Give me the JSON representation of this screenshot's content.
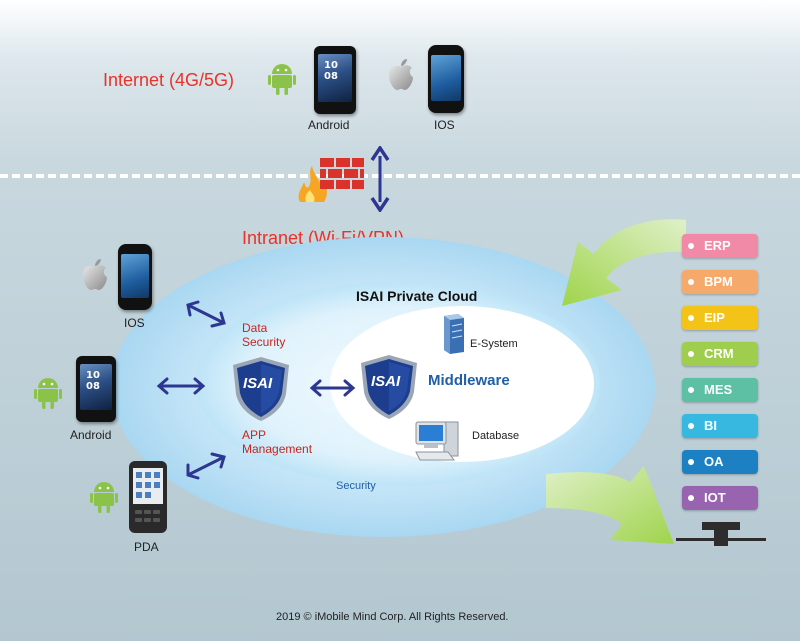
{
  "zones": {
    "internet_label": "Internet (4G/5G)",
    "intranet_label": "Intranet (Wi-Fi/VPN)"
  },
  "top_devices": {
    "android_label": "Android",
    "ios_label": "IOS"
  },
  "left_devices": {
    "ios_label": "IOS",
    "android_label": "Android",
    "pda_label": "PDA"
  },
  "cloud": {
    "title": "ISAI Private Cloud",
    "security": "Security",
    "data_security": "Data\nSecurity",
    "app_management": "APP\nManagement",
    "middleware": "Middleware",
    "e_system": "E-System",
    "database": "Database",
    "shield_text": "ISAI"
  },
  "systems": [
    {
      "label": "ERP",
      "color": "#f08aa6"
    },
    {
      "label": "BPM",
      "color": "#f5a96a"
    },
    {
      "label": "EIP",
      "color": "#f3c318"
    },
    {
      "label": "CRM",
      "color": "#9fcd4e"
    },
    {
      "label": "MES",
      "color": "#5dc0a4"
    },
    {
      "label": "BI",
      "color": "#36b8e0"
    },
    {
      "label": "OA",
      "color": "#1c80c2"
    },
    {
      "label": "IOT",
      "color": "#9864b0"
    }
  ],
  "colors": {
    "zone_label_red": "#e8322a",
    "arrow_navy": "#2d3690",
    "shield_blue": "#1d3d8f",
    "middleware_blue": "#1f5fa8"
  },
  "footer": "2019 © iMobile Mind Corp. All Rights Reserved."
}
